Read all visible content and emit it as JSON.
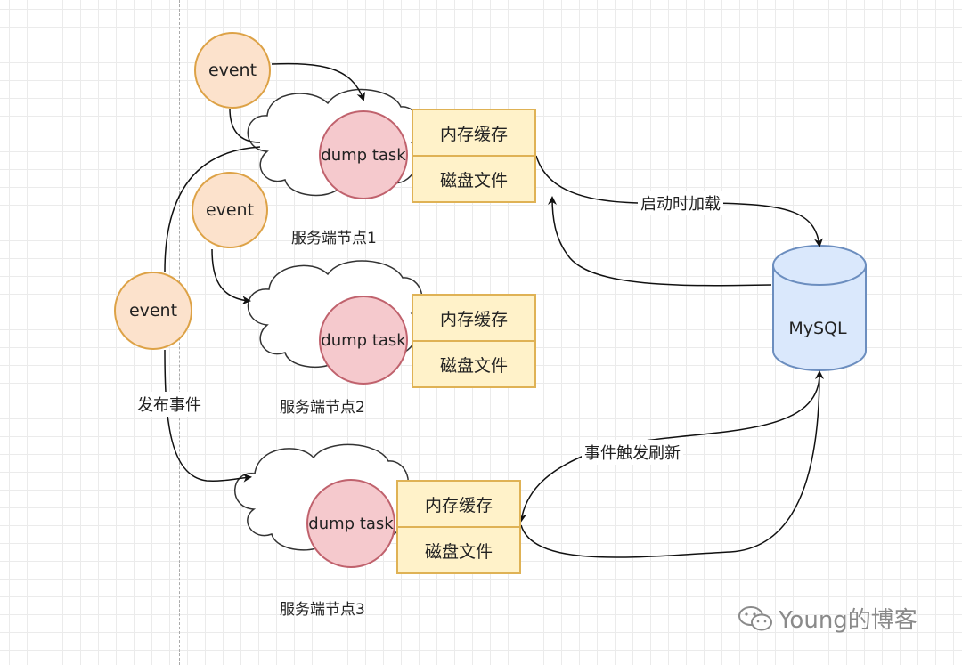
{
  "event_label": "event",
  "task_label": "dump task",
  "nodes": [
    {
      "name": "服务端节点1",
      "memory_cache": "内存缓存",
      "disk_file": "磁盘文件"
    },
    {
      "name": "服务端节点2",
      "memory_cache": "内存缓存",
      "disk_file": "磁盘文件"
    },
    {
      "name": "服务端节点3",
      "memory_cache": "内存缓存",
      "disk_file": "磁盘文件"
    }
  ],
  "database": "MySQL",
  "edges": {
    "publish": "发布事件",
    "load_on_start": "启动时加载",
    "event_refresh": "事件触发刷新"
  },
  "watermark": "Young的博客",
  "colors": {
    "event_fill": "#fce2cc",
    "event_stroke": "#dda246",
    "task_fill": "#f5c9cd",
    "task_stroke": "#c0626d",
    "store_fill": "#fff2c9",
    "store_stroke": "#dfb255",
    "db_fill": "#dae8fc",
    "db_stroke": "#6c8ebf"
  }
}
